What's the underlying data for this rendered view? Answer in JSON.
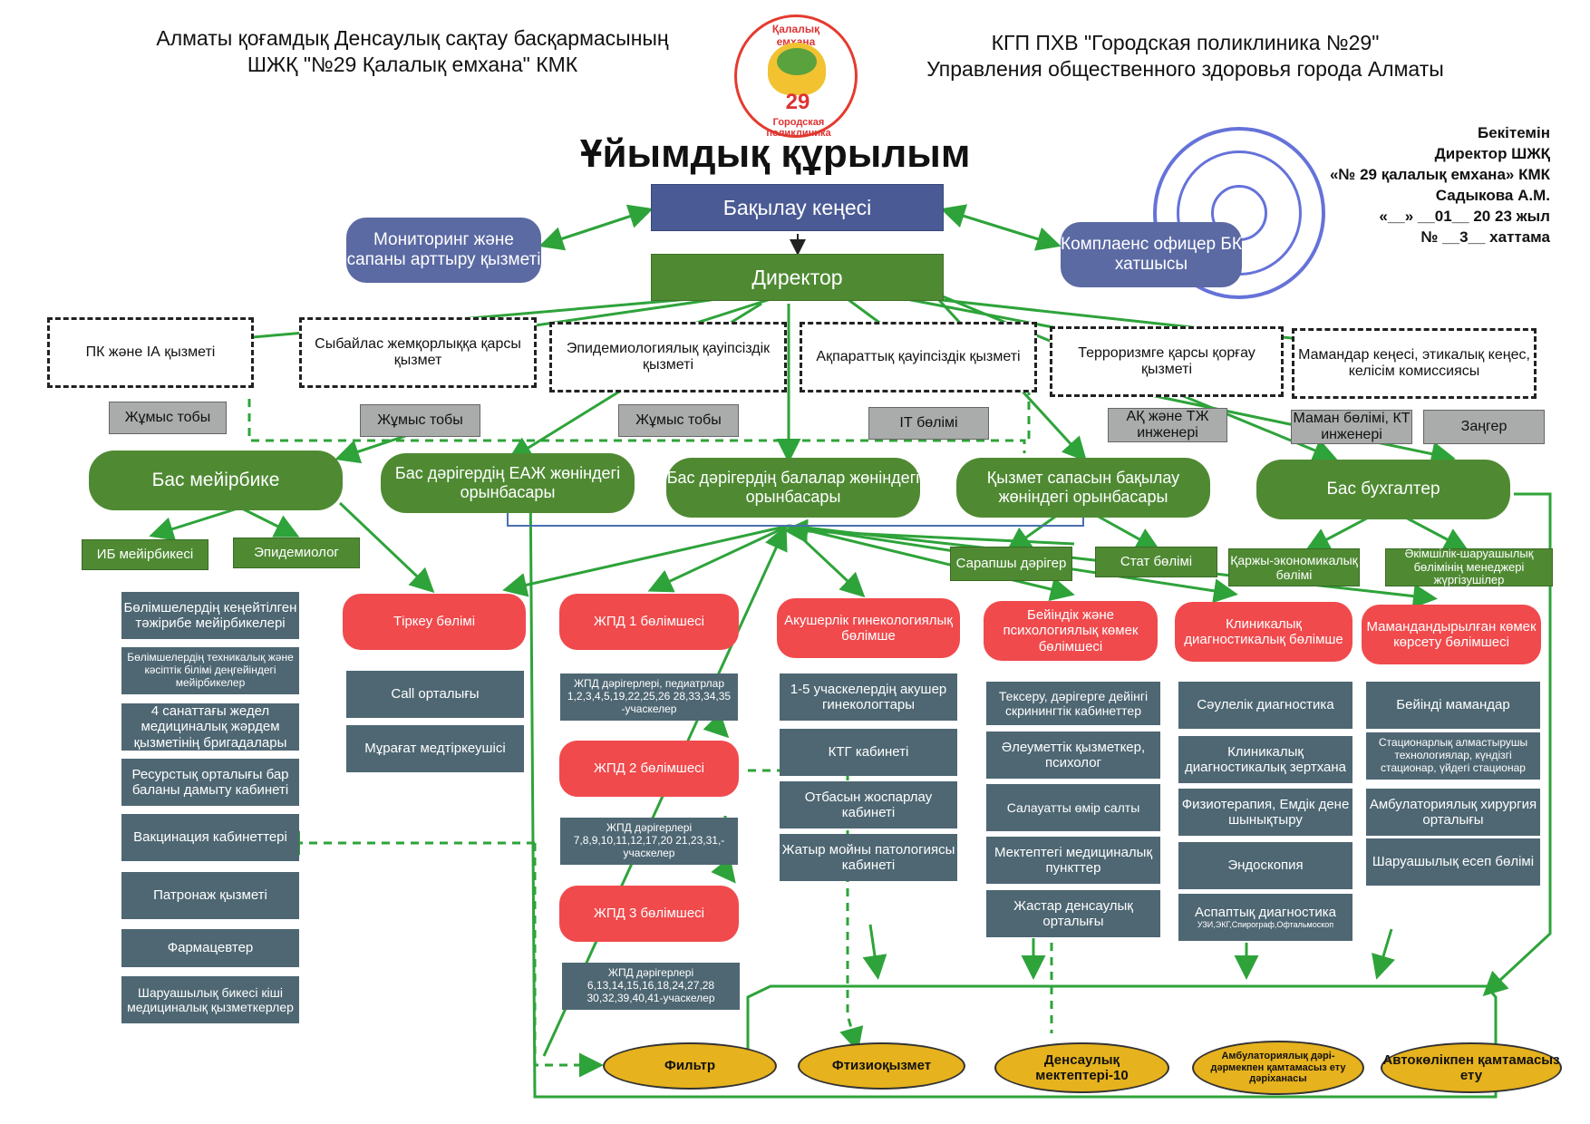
{
  "header": {
    "left_line1": "Алматы қоғамдық Денсаулық сақтау басқармасының",
    "left_line2": "ШЖҚ \"№29 Қалалық емхана\" КМК",
    "right_line1": "КГП ПХВ \"Городская поликлиника №29\"",
    "right_line2": "Управления общественного здоровья города Алматы",
    "logo_top": "Қалалық емхана",
    "logo_number": "29",
    "logo_bottom": "Городская поликлиника"
  },
  "title": "Ұйымдық құрылым",
  "approval": {
    "line1": "Бекітемін",
    "line2": "Директор ШЖҚ",
    "line3": "«№ 29 қалалық емхана» КМК",
    "line4": "Садыкова А.М.",
    "line5": "«__» __01__ 20 23 жыл",
    "line6": "№ __3__ хаттама"
  },
  "top": {
    "board": "Бақылау кеңесі",
    "director": "Директор",
    "monitoring": "Мониторинг және сапаны арттыру қызметі",
    "compliance": "Комплаенс офицер БК хатшысы"
  },
  "services": [
    "ПК және ІА қызметі",
    "Сыбайлас жемқорлыққа қарсы қызмет",
    "Эпидемиологиялық қауіпсіздік қызметі",
    "Ақпараттық қауіпсіздік қызметі",
    "Терроризмге қарсы қорғау қызметі",
    "Мамандар кеңесі, этикалық кеңес, келісім комиссиясы"
  ],
  "groups": {
    "work1": "Жұмыс тобы",
    "work2": "Жұмыс тобы",
    "work3": "Жұмыс тобы",
    "it": "ІТ бөлімі",
    "engineer": "АҚ және ТЖ инженері",
    "specialist": "Маман бөлімі, КТ инженері",
    "lawyer": "Заңгер"
  },
  "deputies": {
    "nurse": "Бас мейірбике",
    "eaj": "Бас дәрігердің ЕАЖ жөніндегі орынбасары",
    "children": "Бас дәрігердің балалар жөніндегі орынбасары",
    "quality": "Қызмет сапасын бақылау жөніндегі орынбасары",
    "accountant": "Бас бухгалтер"
  },
  "sub_green": {
    "ib_nurse": "ИБ мейірбикесі",
    "epidemiologist": "Эпидемиолог",
    "expert": "Сарапшы дәрігер",
    "stat": "Стат бөлімі",
    "finance": "Қаржы-экономикалық бөлімі",
    "admin": "Әкімшілік-шаруашылық бөлімінің менеджері жүргізушілер"
  },
  "nurse_column": [
    "Бөлімшелердің кеңейтілген тәжірибе мейірбикелері",
    "Бөлімшелердің техникалық және кәсіптік білімі деңгейіндегі мейірбикелер",
    "4 санаттағы жедел медициналық жәрдем қызметінің бригадалары",
    "Ресурстық орталығы бар баланы дамыту кабинеті",
    "Вакцинация кабинеттері",
    "Патронаж қызметі",
    "Фармацевтер",
    "Шаруашылық бикесі кіші медициналық қызметкерлер"
  ],
  "registry": {
    "head": "Тіркеу бөлімі",
    "items": [
      "Call орталығы",
      "Мұрағат медтіркеушісі"
    ]
  },
  "zhpd": [
    {
      "head": "ЖПД 1 бөлімшесі",
      "doctors": "ЖПД дәрігерлері, педиатрлар 1,2,3,4,5,19,22,25,26 28,33,34,35 -учаскелер"
    },
    {
      "head": "ЖПД 2 бөлімшесі",
      "doctors": "ЖПД дәрігерлері 7,8,9,10,11,12,17,20 21,23,31,-учаскелер"
    },
    {
      "head": "ЖПД 3 бөлімшесі",
      "doctors": "ЖПД дәрігерлері 6,13,14,15,16,18,24,27,28 30,32,39,40,41-учаскелер"
    }
  ],
  "departments": [
    {
      "head": "Акушерлік гинекологиялық бөлімше",
      "items": [
        "1-5 учаскелердің акушер гинекологтары",
        "КТГ кабинеті",
        "Отбасын жоспарлау кабинеті",
        "Жатыр мойны патологиясы кабинеті"
      ]
    },
    {
      "head": "Бейіндік және психологиялық көмек бөлімшесі",
      "items": [
        "Тексеру, дәрігерге дейінгі скринингтік кабинеттер",
        "Әлеуметтік қызметкер, психолог",
        "Салауатты өмір салты",
        "Мектептегі медициналық пункттер",
        "Жастар денсаулық орталығы"
      ]
    },
    {
      "head": "Клиникалық диагностикалық бөлімше",
      "items": [
        "Сәулелік диагностика",
        "Клиникалық диагностикалық зертхана",
        "Физиотерапия, Емдік дене шынықтыру",
        "Эндоскопия",
        "Аспаптық диагностика"
      ],
      "note": "УЗИ,ЭКГ,Спирограф,Офтальмоскоп"
    },
    {
      "head": "Мамандандырылған көмек көрсету бөлімшесі",
      "items": [
        "Бейінді мамандар",
        "Стационарлық алмастырушы технологиялар, күндізгі стационар, үйдегі стационар",
        "Амбулаториялық хирургия орталығы",
        "Шаруашылық есеп бөлімі"
      ]
    }
  ],
  "bottom": [
    "Фильтр",
    "Фтизиоқызмет",
    "Денсаулық мектептері-10",
    "Амбулаториялық дәрі-дәрмекпен қамтамасыз ету дәріханасы",
    "Автокөлікпен қамтамасыз ету"
  ]
}
